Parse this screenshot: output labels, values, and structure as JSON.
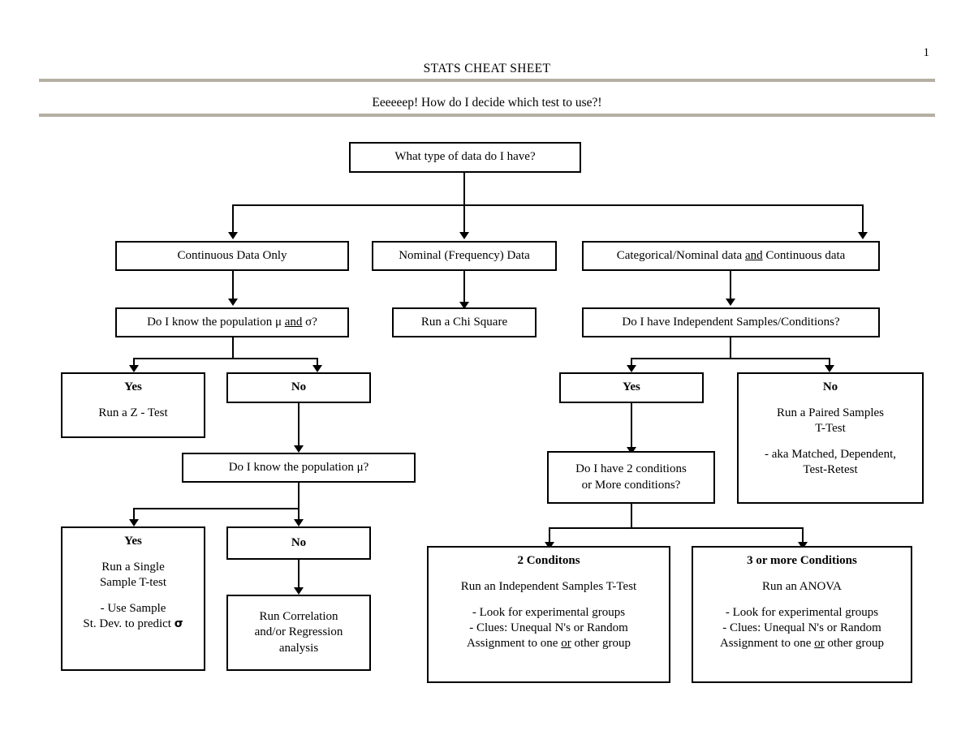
{
  "document": {
    "page_number": "1",
    "title": "STATS CHEAT SHEET",
    "subtitle": "Eeeeeep! How do I decide which test to use?!",
    "rule_color": "#b5afa3"
  },
  "flowchart": {
    "root": {
      "text": "What type of data do I have?"
    },
    "branch_continuous": {
      "label": "Continuous Data Only",
      "question_mu_sigma_pre": "Do I know the population μ ",
      "question_mu_sigma_and": "and",
      "question_mu_sigma_post": " σ?",
      "yes_label": "Yes",
      "yes_body": "Run a Z - Test",
      "no_label": "No",
      "question_mu": "Do I know the population μ?",
      "yes2_label": "Yes",
      "yes2_line1": "Run a Single",
      "yes2_line2": "Sample T-test",
      "yes2_line3": "- Use Sample",
      "yes2_line4_pre": "St. Dev. to predict ",
      "yes2_line4_sym": "σ",
      "no2_label": "No",
      "no2_line1": "Run Correlation",
      "no2_line2": "and/or Regression",
      "no2_line3": "analysis"
    },
    "branch_nominal": {
      "label": "Nominal (Frequency) Data",
      "result": "Run a Chi Square"
    },
    "branch_mixed": {
      "label_pre": "Categorical/Nominal data ",
      "label_and": "and",
      "label_post": " Continuous data",
      "question_independent": "Do I have Independent Samples/Conditions?",
      "yes_label": "Yes",
      "no_label": "No",
      "no_line1": "Run a Paired Samples",
      "no_line2": "T-Test",
      "no_line3": "- aka Matched, Dependent,",
      "no_line4": "Test-Retest",
      "question_conditions_line1": "Do I have 2 conditions",
      "question_conditions_line2": "or More conditions?",
      "two_conditions": {
        "heading": "2 Conditons",
        "result": "Run an Independent Samples T-Test",
        "note1": "- Look for experimental groups",
        "note2": "- Clues: Unequal N's or Random",
        "note3_pre": "Assignment to one ",
        "note3_or": "or",
        "note3_post": " other group"
      },
      "three_or_more": {
        "heading": "3 or more Conditions",
        "result": "Run an ANOVA",
        "note1": "- Look for experimental groups",
        "note2": "- Clues: Unequal N's or Random",
        "note3_pre": "Assignment to one ",
        "note3_or": "or",
        "note3_post": " other group"
      }
    }
  }
}
